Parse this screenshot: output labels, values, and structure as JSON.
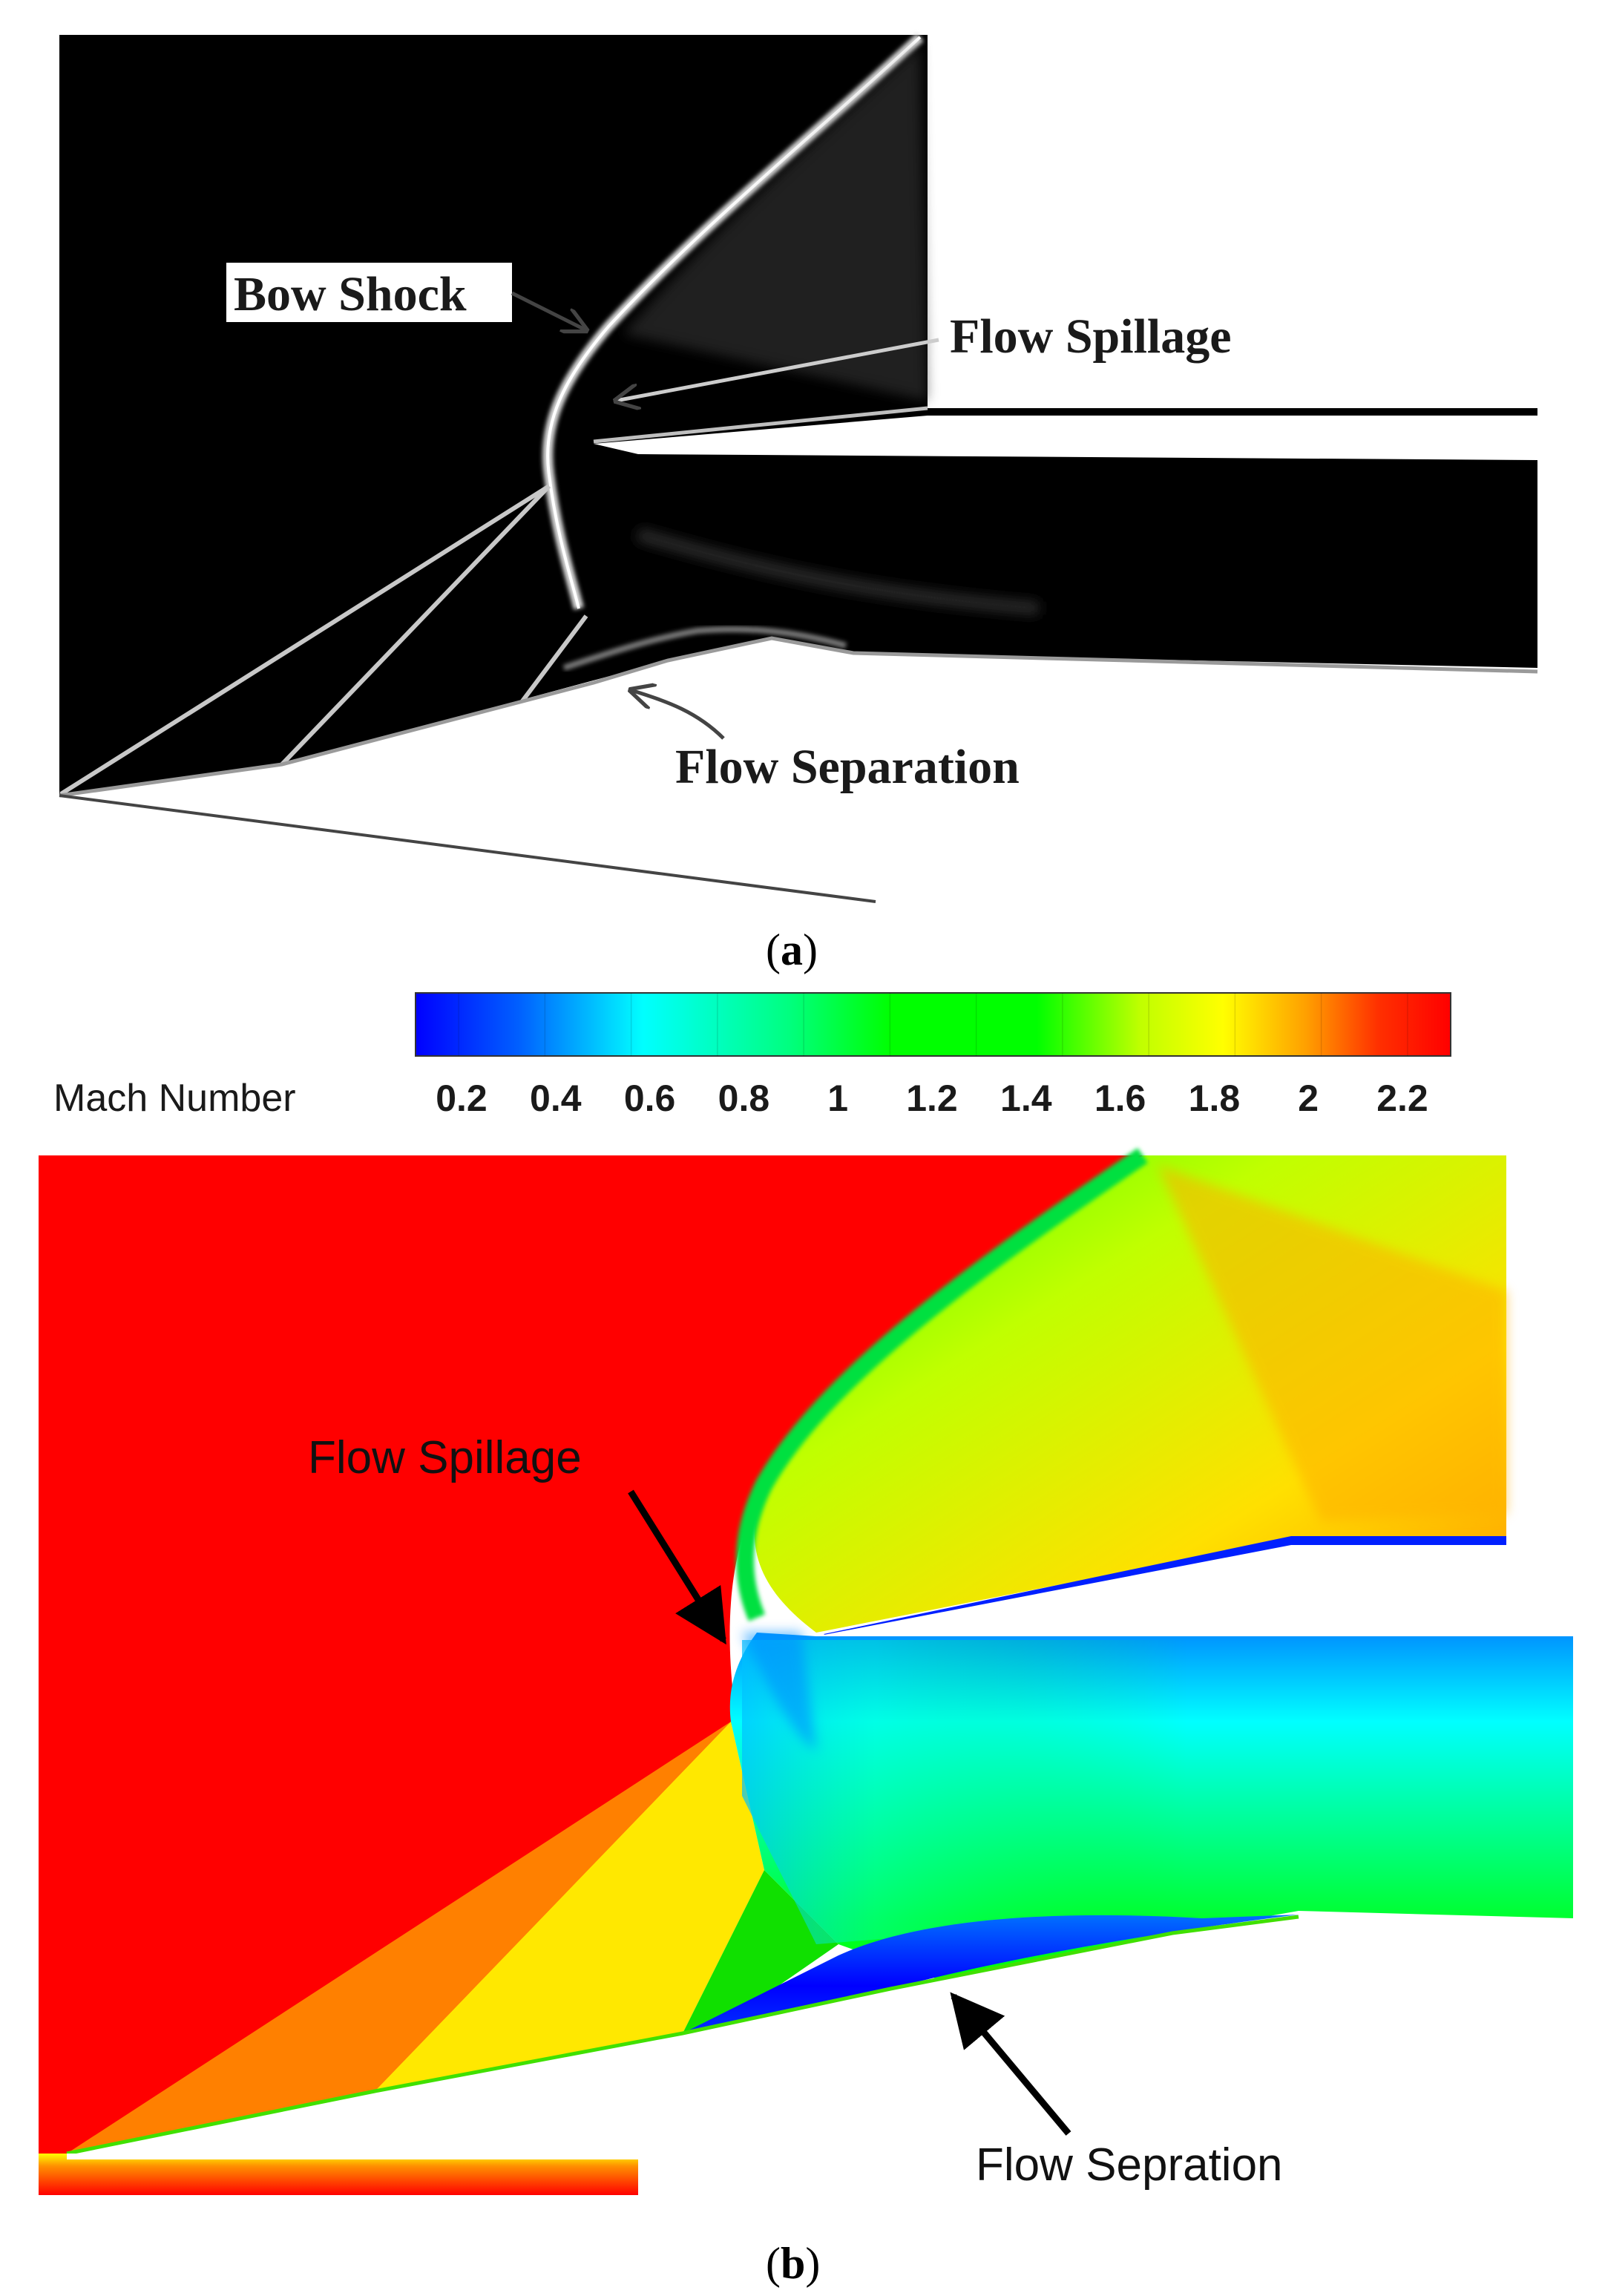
{
  "panel_a": {
    "label_open": "(",
    "label_letter": "a",
    "label_close": ")",
    "annotations": {
      "bow_shock": "Bow Shock",
      "flow_spillage": "Flow Spillage",
      "flow_separation": "Flow Separation"
    }
  },
  "colorbar": {
    "title": "Mach Number",
    "ticks": [
      "0.2",
      "0.4",
      "0.6",
      "0.8",
      "1",
      "1.2",
      "1.4",
      "1.6",
      "1.8",
      "2",
      "2.2"
    ],
    "colors": [
      "#0000ff",
      "#0080ff",
      "#00ffff",
      "#00ff80",
      "#00ff00",
      "#00ff00",
      "#80ff00",
      "#ffff00",
      "#ffc000",
      "#ff8000",
      "#ff4000",
      "#ff0000"
    ]
  },
  "panel_b": {
    "label_open": "(",
    "label_letter": "b",
    "label_close": ")",
    "annotations": {
      "flow_spillage": "Flow Spillage",
      "flow_separation": "Flow Sepration"
    }
  }
}
